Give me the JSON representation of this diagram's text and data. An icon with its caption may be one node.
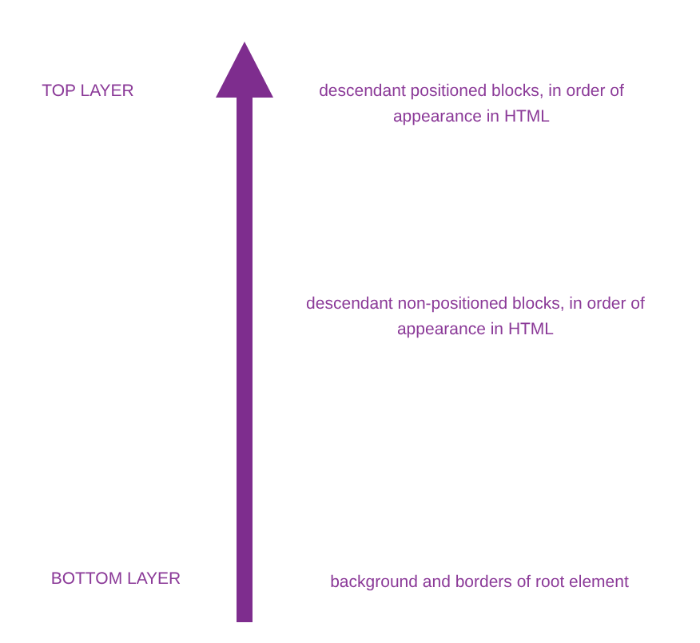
{
  "diagram": {
    "labels": [
      "TOP LAYER",
      "descendant positioned blocks, in order of appearance in HTML",
      "descendant non-positioned blocks, in order of appearance in HTML",
      "BOTTOM LAYER",
      "background and borders of root element"
    ]
  }
}
